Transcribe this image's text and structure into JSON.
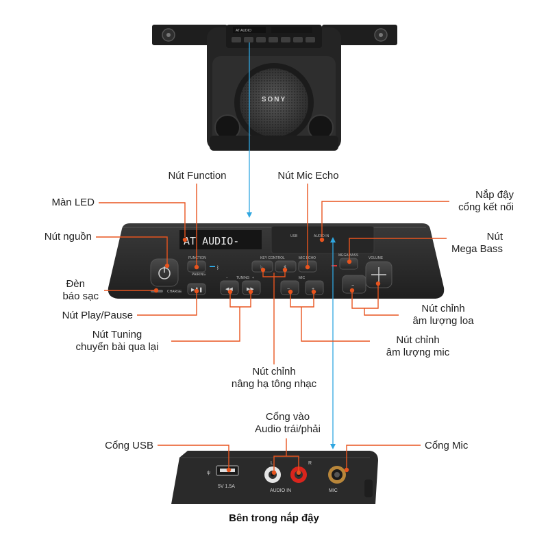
{
  "colors": {
    "callout": "#e8541e",
    "link_arrow": "#2fa6e0",
    "device_body": "#2a2a2a",
    "text": "#222222"
  },
  "labels": {
    "function_button": "Nút Function",
    "mic_echo_button": "Nút Mic Echo",
    "led_display": "Màn LED",
    "cover_line1": "Nắp đậy",
    "cover_line2": "cổng kết nối",
    "power_button": "Nút nguồn",
    "mega_bass_line1": "Nút",
    "mega_bass_line2": "Mega Bass",
    "charge_led_line1": "Đèn",
    "charge_led_line2": "báo sạc",
    "speaker_volume_line1": "Nút chỉnh",
    "speaker_volume_line2": "âm lượng loa",
    "play_pause_button": "Nút Play/Pause",
    "tuning_line1": "Nút Tuning",
    "tuning_line2": "chuyển bài qua lại",
    "mic_volume_line1": "Nút chỉnh",
    "mic_volume_line2": "âm lượng mic",
    "key_control_line1": "Nút chỉnh",
    "key_control_line2": "nâng hạ tông nhạc",
    "audio_in_line1": "Cổng vào",
    "audio_in_line2": "Audio trái/phải",
    "usb_port": "Cổng USB",
    "mic_port": "Cổng Mic"
  },
  "caption": "Bên trong nắp đậy",
  "device": {
    "brand": "SONY",
    "lcd_text": "AT AUDIO-",
    "panel_printed": {
      "function": "FUNCTION",
      "pairing": "PAIRING",
      "key_control": "KEY CONTROL",
      "tuning": "TUNING",
      "mic": "MIC",
      "mic_echo": "MIC ECHO",
      "mega_bass": "MEGA BASS",
      "volume": "VOLUME",
      "charge": "CHARGE",
      "usb": "USB",
      "audio_in": "AUDIO IN",
      "minus": "−",
      "plus": "+",
      "flat": "♭",
      "sharp": "♯"
    },
    "port_printed": {
      "usb": "5V 1.5A",
      "audio_in": "AUDIO IN",
      "mic": "MIC",
      "l": "L",
      "r": "R"
    }
  }
}
